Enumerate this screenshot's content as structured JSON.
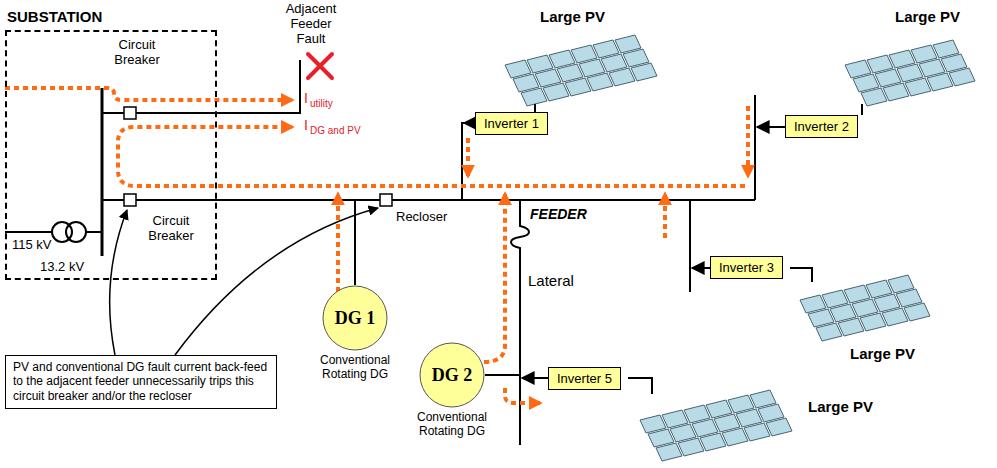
{
  "diagram": {
    "nodes": [
      {
        "text": [
          "SUBSTATION"
        ]
      },
      {
        "text": [
          "Inverter 1"
        ]
      },
      {
        "text": [
          "Inverter 2"
        ]
      },
      {
        "text": [
          "Inverter 3"
        ]
      },
      {
        "text": [
          "DG 1",
          "Conventional Rotating DG"
        ]
      },
      {
        "text": [
          "DG 2",
          "Conventional Rotating DG"
        ]
      },
      {
        "text": [
          "Inverter 5"
        ]
      },
      {
        "text": [
          "PV and conventional DG fault current back-feed to the adjacent feeder unnecessarily trips this circuit breaker and/or the recloser"
        ]
      }
    ],
    "labels": [
      "Adjacent Feeder Fault",
      "Large PV",
      "Large PV",
      "Large PV",
      "Large PV",
      "Circuit Breaker",
      "Circuit Breaker",
      "I",
      "utility",
      "I",
      "DG and PV",
      "115 kV",
      "13.2 kV",
      "Recloser",
      "FEEDER",
      "Lateral"
    ]
  }
}
